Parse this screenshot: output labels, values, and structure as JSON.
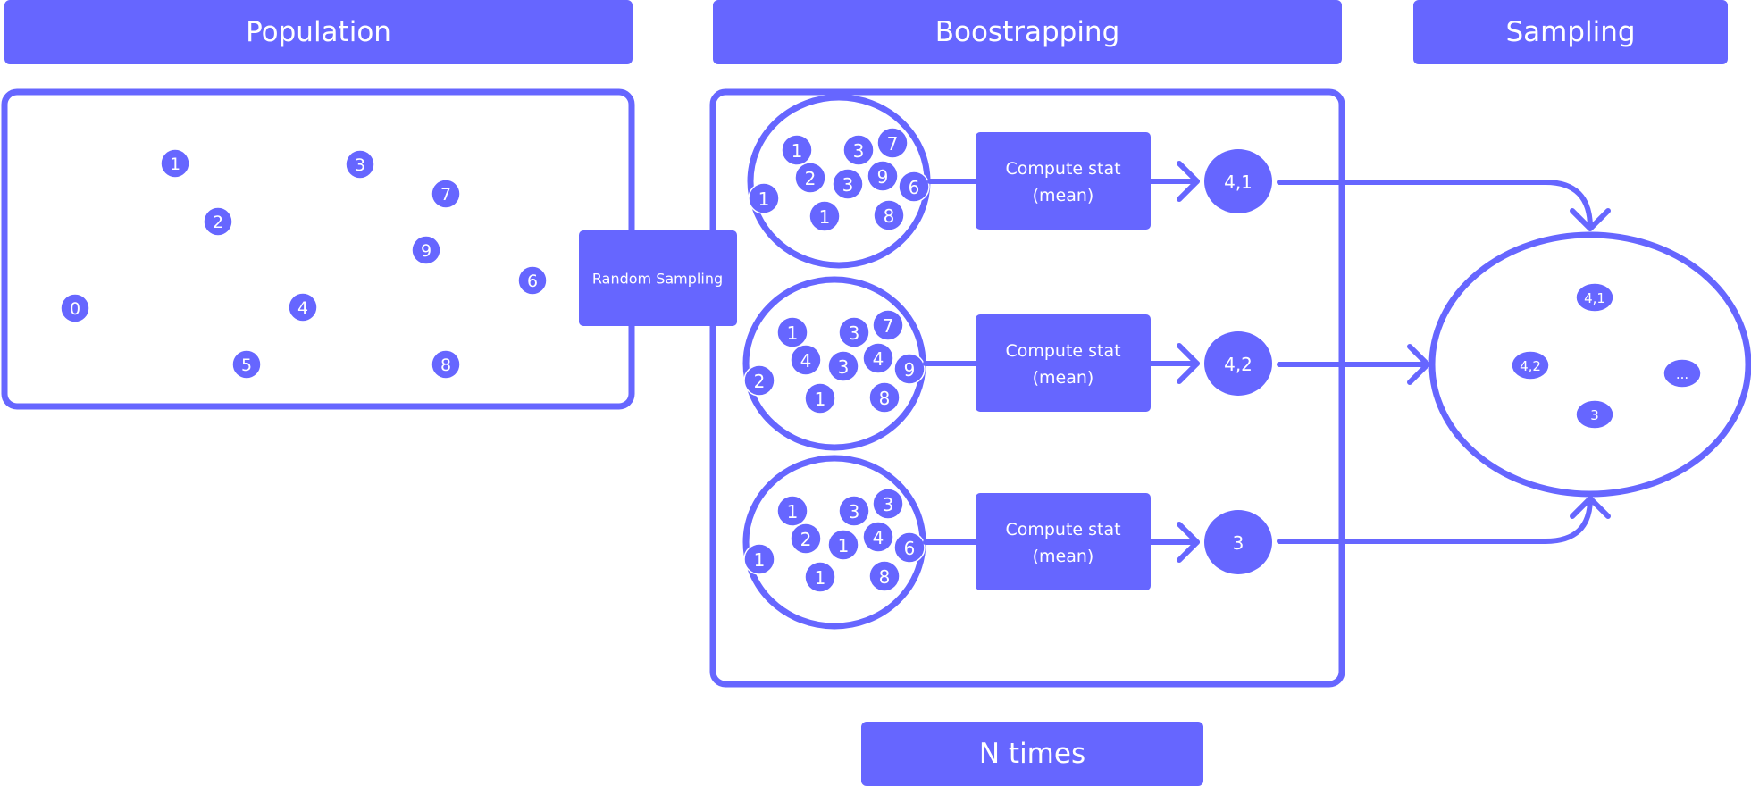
{
  "colors": {
    "accent": "#6666FF",
    "background": "#FFFFFF",
    "text_on_accent": "#FFFFFF"
  },
  "headers": {
    "population": "Population",
    "bootstrapping": "Boostrapping",
    "sampling": "Sampling",
    "n_times": "N times"
  },
  "population": {
    "items": [
      "1",
      "3",
      "7",
      "2",
      "9",
      "6",
      "0",
      "4",
      "5",
      "8"
    ]
  },
  "random_sampling_label": "Random Sampling",
  "bootstrap_samples": [
    {
      "items": [
        "1",
        "3",
        "7",
        "2",
        "3",
        "9",
        "6",
        "1",
        "1",
        "8"
      ],
      "compute_label_line1": "Compute stat",
      "compute_label_line2": "(mean)",
      "result": "4,1"
    },
    {
      "items": [
        "1",
        "3",
        "7",
        "4",
        "3",
        "4",
        "9",
        "2",
        "1",
        "8"
      ],
      "compute_label_line1": "Compute stat",
      "compute_label_line2": "(mean)",
      "result": "4,2"
    },
    {
      "items": [
        "1",
        "3",
        "3",
        "2",
        "1",
        "4",
        "6",
        "1",
        "1",
        "8"
      ],
      "compute_label_line1": "Compute stat",
      "compute_label_line2": "(mean)",
      "result": "3"
    }
  ],
  "sampling_distribution": {
    "items": [
      "4,1",
      "4,2",
      "3",
      "..."
    ]
  }
}
